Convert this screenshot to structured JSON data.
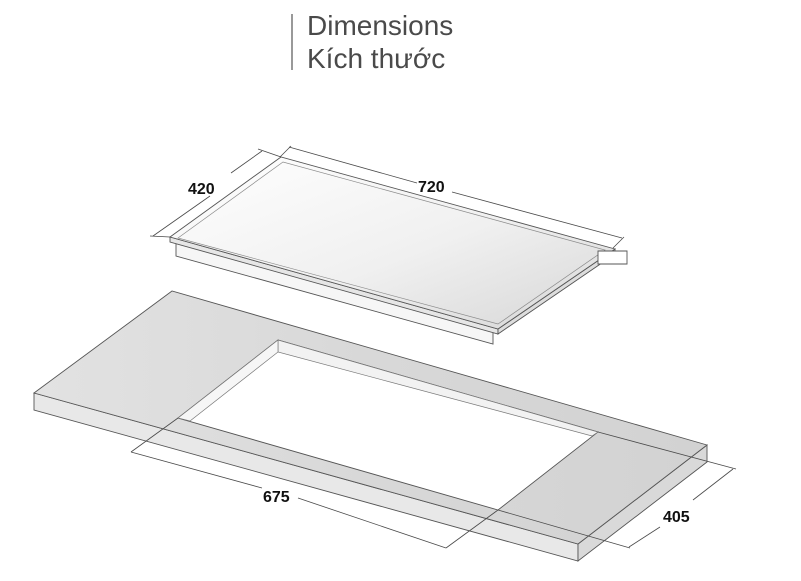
{
  "header": {
    "title_en": "Dimensions",
    "title_vi": "Kích thước"
  },
  "cooktop": {
    "width_label": "720",
    "depth_label": "420"
  },
  "cutout": {
    "width_label": "675",
    "depth_label": "405"
  },
  "colors": {
    "outline": "#555555",
    "counter_face": "#dcdcdc",
    "counter_side": "#e6e6e6",
    "glass_highlight": "#ffffff",
    "glass_shade": "#dadada"
  }
}
